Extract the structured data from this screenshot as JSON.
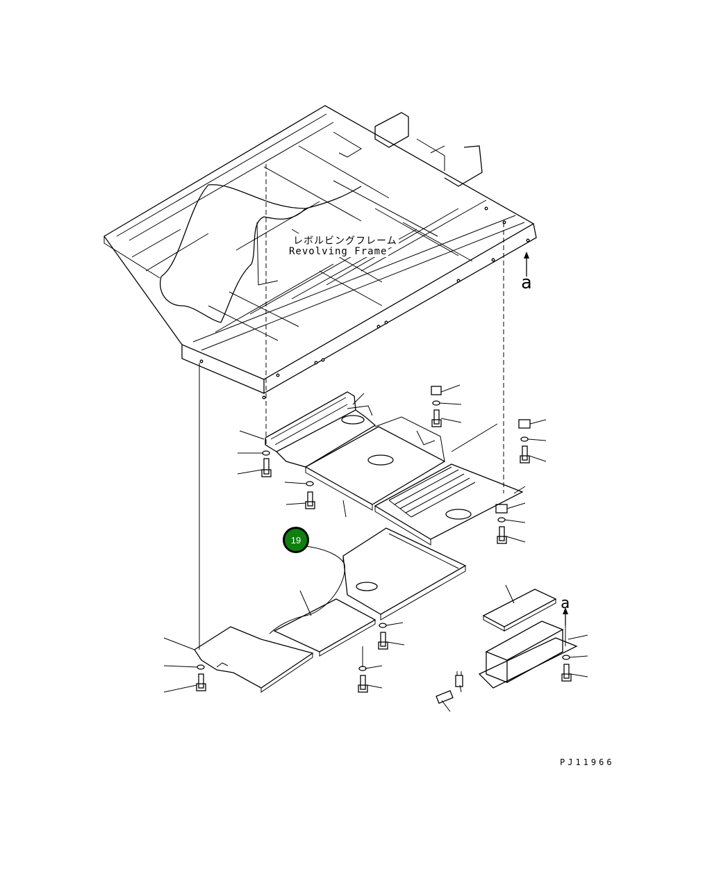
{
  "diagram": {
    "frame_label_jp": "レボルビングフレーム",
    "frame_label_en": "Revolving Frame",
    "view_marker_top": "a",
    "view_marker_bottom": "a",
    "drawing_code": "PJ11966",
    "callout": {
      "number": "19",
      "color": "#0f7f0f"
    }
  }
}
